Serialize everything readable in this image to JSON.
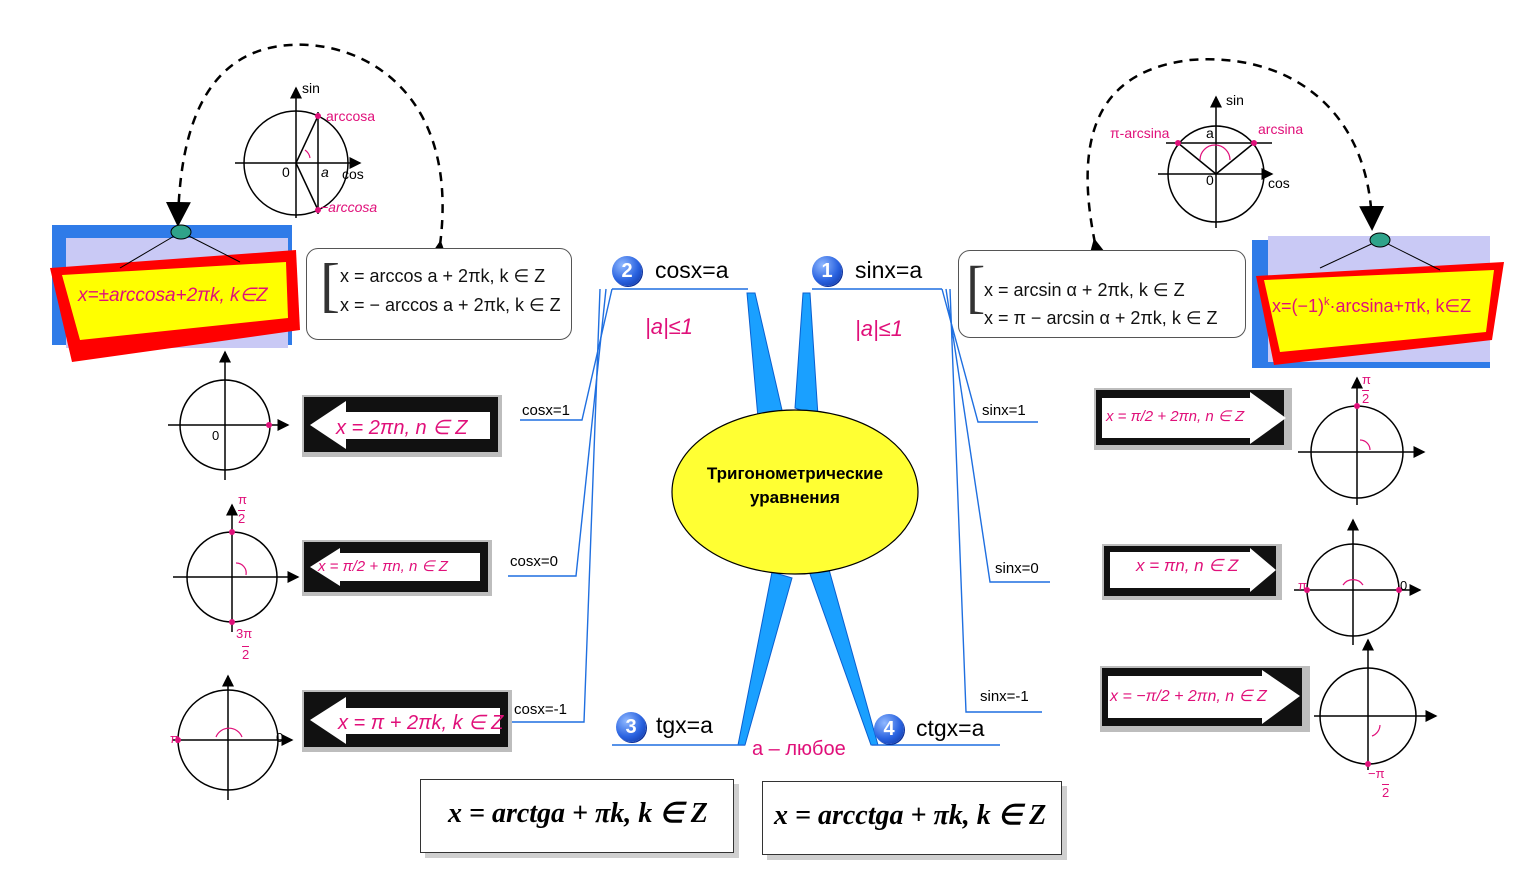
{
  "center": {
    "line1": "Тригонометрические",
    "line2": "уравнения"
  },
  "branches": {
    "sin": {
      "num": "1",
      "eq": "sinx=a",
      "cond": "|a|≤1"
    },
    "cos": {
      "num": "2",
      "eq": "cosx=a",
      "cond": "|a|≤1"
    },
    "tg": {
      "num": "3",
      "eq": "tgx=a"
    },
    "ctg": {
      "num": "4",
      "eq": "ctgx=a"
    },
    "any": "a – любое"
  },
  "cos_cases": [
    {
      "label": "cosx=1",
      "solution": "x = 2πn, n ∈ Z"
    },
    {
      "label": "cosx=0",
      "solution": "x = π/2 + πn, n ∈ Z"
    },
    {
      "label": "cosx=-1",
      "solution": "x = π + 2πk, k ∈ Z"
    }
  ],
  "sin_cases": [
    {
      "label": "sinx=1",
      "solution": "x = π/2 + 2πn, n ∈ Z"
    },
    {
      "label": "sinx=0",
      "solution": "x = πn, n ∈ Z"
    },
    {
      "label": "sinx=-1",
      "solution": "x = −π/2 + 2πn, n ∈ Z"
    }
  ],
  "cos_general": {
    "banner": "x=±arccosa+2πk, k∈Z",
    "sys1": "x = arccos a + 2πk, k ∈ Z",
    "sys2": "x = − arccos a + 2πk, k ∈ Z"
  },
  "sin_general": {
    "banner_pre": "x=(−1)",
    "banner_sup": "k",
    "banner_post": "·arcsina+πk, k∈Z",
    "sys1": "x = arcsin α + 2πk, k ∈ Z",
    "sys2": "x = π − arcsin α + 2πk, k ∈ Z"
  },
  "tg_solution": "x = arctga + πk, k ∈ Z",
  "ctg_solution": "x = arcctga + πk, k ∈ Z",
  "circle_labels": {
    "sin_axis": "sin",
    "cos_axis": "cos",
    "zero": "0",
    "a": "a",
    "arccos": "arccosa",
    "minus_arccos": "−arccosa",
    "arcsin": "arcsina",
    "pi_minus_arcsin": "π-arcsina",
    "pi": "π",
    "pi_num": "π",
    "denom2": "2",
    "three_pi": "3π",
    "minus_pi": "−π"
  },
  "colors": {
    "accent": "#e0107a",
    "line": "#1f6fe0",
    "ellipse": "#ffff33",
    "banner_red": "#ff0000",
    "banner_yellow": "#ffff00",
    "banner_blue": "#2f7be8"
  }
}
